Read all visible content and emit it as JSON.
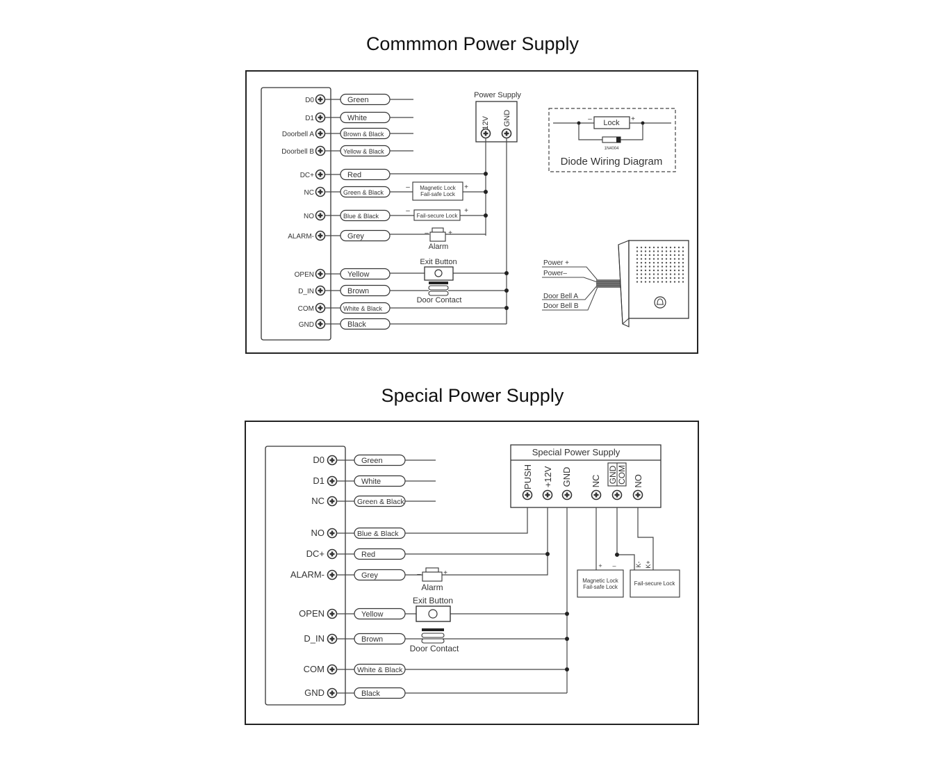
{
  "common": {
    "title": "Commmon Power Supply",
    "terminals": [
      {
        "label": "D0",
        "wire": "Green"
      },
      {
        "label": "D1",
        "wire": "White"
      },
      {
        "label": "Doorbell A",
        "wire": "Brown & Black"
      },
      {
        "label": "Doorbell B",
        "wire": "Yellow & Black"
      },
      {
        "label": "DC+",
        "wire": "Red"
      },
      {
        "label": "NC",
        "wire": "Green & Black"
      },
      {
        "label": "NO",
        "wire": "Blue & Black"
      },
      {
        "label": "ALARM-",
        "wire": "Grey"
      },
      {
        "label": "OPEN",
        "wire": "Yellow"
      },
      {
        "label": "D_IN",
        "wire": "Brown"
      },
      {
        "label": "COM",
        "wire": "White & Black"
      },
      {
        "label": "GND",
        "wire": "Black"
      }
    ],
    "power_supply": {
      "label": "Power Supply",
      "pos": "+12V",
      "gnd": "GND"
    },
    "mag_lock": {
      "line1": "Magnetic Lock",
      "line2": "Fail-safe Lock"
    },
    "fs_lock": "Fail-secure Lock",
    "alarm": "Alarm",
    "exit_button": "Exit Button",
    "door_contact": "Door Contact",
    "minus": "–",
    "plus": "+",
    "diode": {
      "lock": "Lock",
      "part": "1N4004",
      "caption": "Diode Wiring Diagram"
    },
    "doorbell": {
      "power_plus": "Power +",
      "power_minus": "Power–",
      "bell_a": "Door Bell  A",
      "bell_b": "Door Bell  B"
    }
  },
  "special": {
    "title": "Special Power Supply",
    "terminals": [
      {
        "label": "D0",
        "wire": "Green"
      },
      {
        "label": "D1",
        "wire": "White"
      },
      {
        "label": "NC",
        "wire": "Green & Black"
      },
      {
        "label": "NO",
        "wire": "Blue & Black"
      },
      {
        "label": "DC+",
        "wire": "Red"
      },
      {
        "label": "ALARM-",
        "wire": "Grey"
      },
      {
        "label": "OPEN",
        "wire": "Yellow"
      },
      {
        "label": "D_IN",
        "wire": "Brown"
      },
      {
        "label": "COM",
        "wire": "White & Black"
      },
      {
        "label": "GND",
        "wire": "Black"
      }
    ],
    "psu": {
      "label": "Special Power Supply",
      "push": "PUSH",
      "v12": "+12V",
      "gnd": "GND",
      "nc": "NC",
      "gnd2": "GND",
      "com": "COM",
      "no": "NO"
    },
    "mag_lock": {
      "line1": "Magnetic Lock",
      "line2": "Fail-safe Lock"
    },
    "fs_lock": "Fail-secure Lock",
    "alarm": "Alarm",
    "exit_button": "Exit Button",
    "door_contact": "Door Contact",
    "minus": "–",
    "plus": "+",
    "kminus": "K-",
    "kplus": "K+"
  }
}
